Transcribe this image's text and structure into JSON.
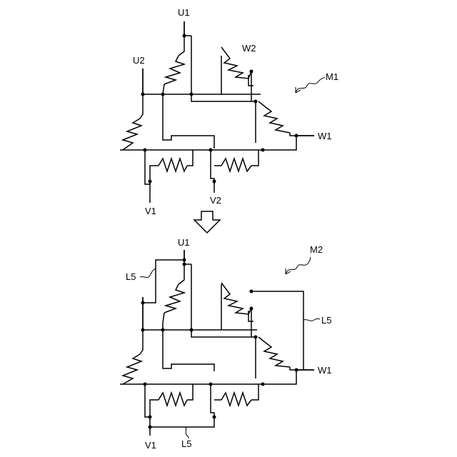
{
  "top": {
    "figure_label": "M1",
    "terminals": {
      "u1": "U1",
      "u2": "U2",
      "w2": "W2",
      "w1": "W1",
      "v1": "V1",
      "v2": "V2"
    }
  },
  "bottom": {
    "figure_label": "M2",
    "terminals": {
      "u1": "U1",
      "w1": "W1",
      "v1": "V1"
    },
    "link_labels": {
      "left": "L5",
      "right": "L5",
      "bottom": "L5"
    }
  },
  "arrow_icon": "down-arrow-icon"
}
